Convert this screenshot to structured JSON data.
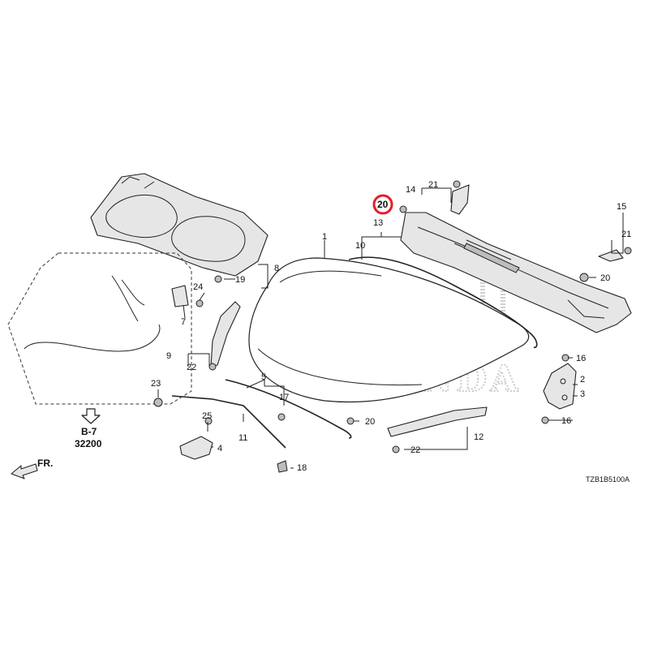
{
  "diagram": {
    "callouts": [
      "1",
      "2",
      "3",
      "4",
      "5",
      "7",
      "8",
      "9",
      "10",
      "11",
      "12",
      "13",
      "14",
      "15",
      "16",
      "16",
      "17",
      "18",
      "19",
      "20",
      "20",
      "20",
      "21",
      "21",
      "22",
      "22",
      "23",
      "24",
      "25"
    ],
    "highlighted": "20",
    "ref_section": "B-7",
    "ref_number": "32200",
    "direction": "FR.",
    "drawing_code": "TZB1B5100A",
    "logo_text": "HONDA",
    "highlight_color": "#e0202a"
  }
}
